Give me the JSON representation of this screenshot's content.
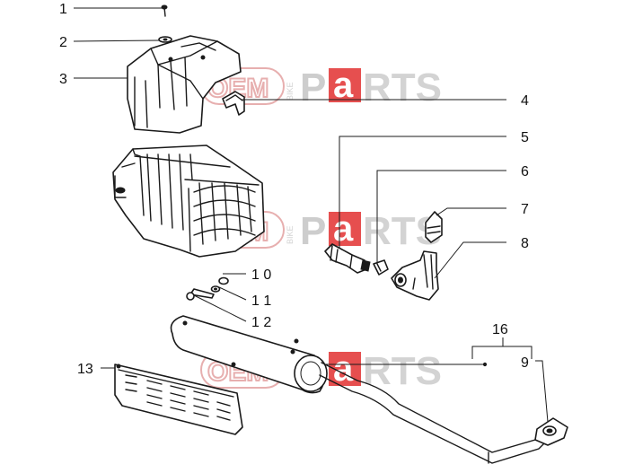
{
  "callouts": [
    {
      "id": "1",
      "text": "1"
    },
    {
      "id": "2",
      "text": "2"
    },
    {
      "id": "3",
      "text": "3"
    },
    {
      "id": "4",
      "text": "4"
    },
    {
      "id": "5",
      "text": "5"
    },
    {
      "id": "6",
      "text": "6"
    },
    {
      "id": "7",
      "text": "7"
    },
    {
      "id": "8",
      "text": "8"
    },
    {
      "id": "9",
      "text": "9"
    },
    {
      "id": "10",
      "text": "1 0"
    },
    {
      "id": "11",
      "text": "1 1"
    },
    {
      "id": "12",
      "text": "1 2"
    },
    {
      "id": "13",
      "text": "13"
    },
    {
      "id": "16",
      "text": "16"
    }
  ],
  "watermark": {
    "ring_text": "OEM",
    "bike_text": "BIKE",
    "p_text": "P",
    "a_text": "a",
    "rts_text": "RTS",
    "ring_color": "#e5a7a7",
    "a_box_color": "#e43d3d",
    "text_color": "#c8c8c8"
  },
  "colors": {
    "line": "#1a1a1a",
    "background": "#ffffff"
  }
}
